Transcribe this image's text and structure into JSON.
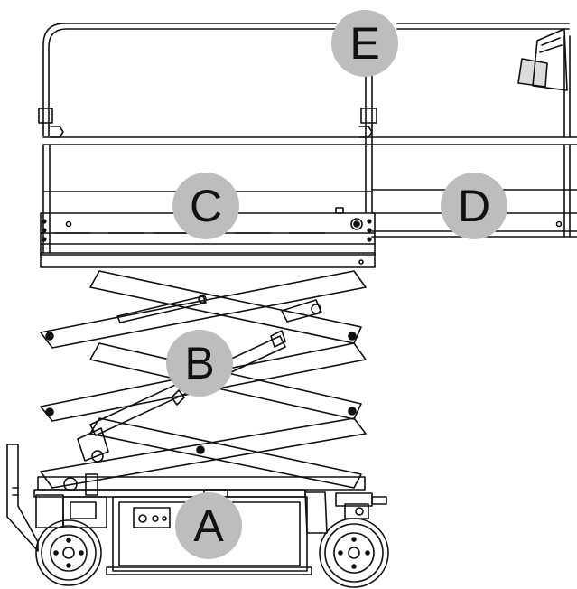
{
  "callouts": [
    {
      "id": "A",
      "label": "A"
    },
    {
      "id": "B",
      "label": "B"
    },
    {
      "id": "C",
      "label": "C"
    },
    {
      "id": "D",
      "label": "D"
    },
    {
      "id": "E",
      "label": "E"
    }
  ],
  "colors": {
    "line": "#111111",
    "callout_fill": "#bdbdbd",
    "background": "#ffffff"
  }
}
